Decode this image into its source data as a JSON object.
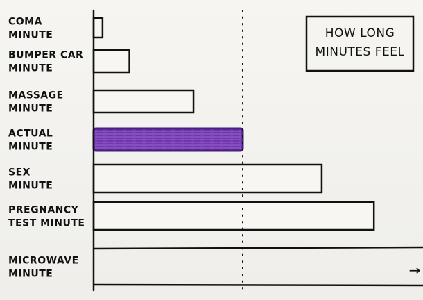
{
  "chart_data": {
    "type": "bar",
    "orientation": "horizontal",
    "title_lines": [
      "HOW LONG",
      "MINUTES FEEL"
    ],
    "categories": [
      [
        "COMA",
        "MINUTE"
      ],
      [
        "BUMPER CAR",
        "MINUTE"
      ],
      [
        "MASSAGE",
        "MINUTE"
      ],
      [
        "ACTUAL",
        "MINUTE"
      ],
      [
        "SEX",
        "MINUTE"
      ],
      [
        "PREGNANCY",
        "TEST MINUTE"
      ],
      [
        "MICROWAVE",
        "MINUTE"
      ]
    ],
    "values": [
      0.06,
      0.24,
      0.67,
      1.0,
      1.53,
      1.88,
      2.2
    ],
    "reference_value": 1.0,
    "xlim": [
      0,
      2.2
    ],
    "highlight_index": 3,
    "overflow_index": 6,
    "overflow_arrow": "→",
    "grid": false,
    "colors": {
      "ink": "#111111",
      "highlight": "#7a3fb5",
      "highlight_dark": "#4a1d80",
      "bar_fill": "#f7f6f2"
    }
  }
}
